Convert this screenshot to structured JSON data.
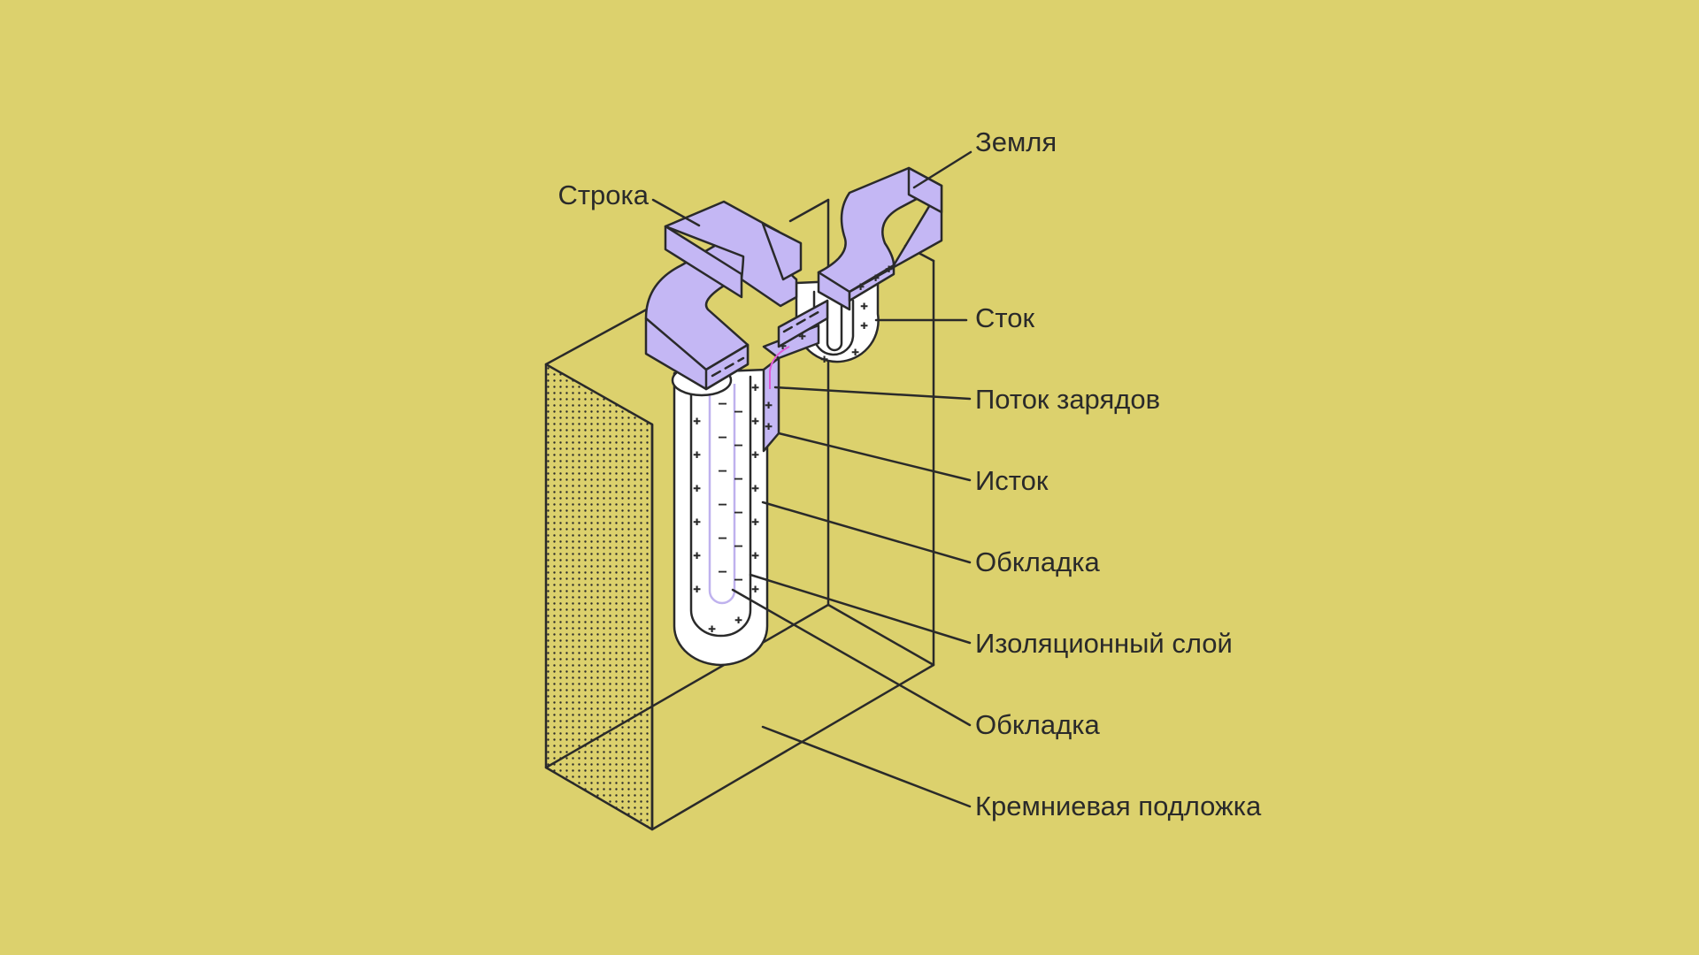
{
  "colors": {
    "background": "#DCD16D",
    "stroke": "#2A2A2A",
    "conductor": "#C4B7F4",
    "plate": "#FFFFFF",
    "charge_flow": "#E05AD8"
  },
  "labels": {
    "row": "Строка",
    "ground": "Земля",
    "drain": "Сток",
    "charge_flow": "Поток зарядов",
    "source": "Исток",
    "plate_outer": "Обкладка",
    "insulation": "Изоляционный слой",
    "plate_inner": "Обкладка",
    "substrate": "Кремниевая подложка"
  }
}
